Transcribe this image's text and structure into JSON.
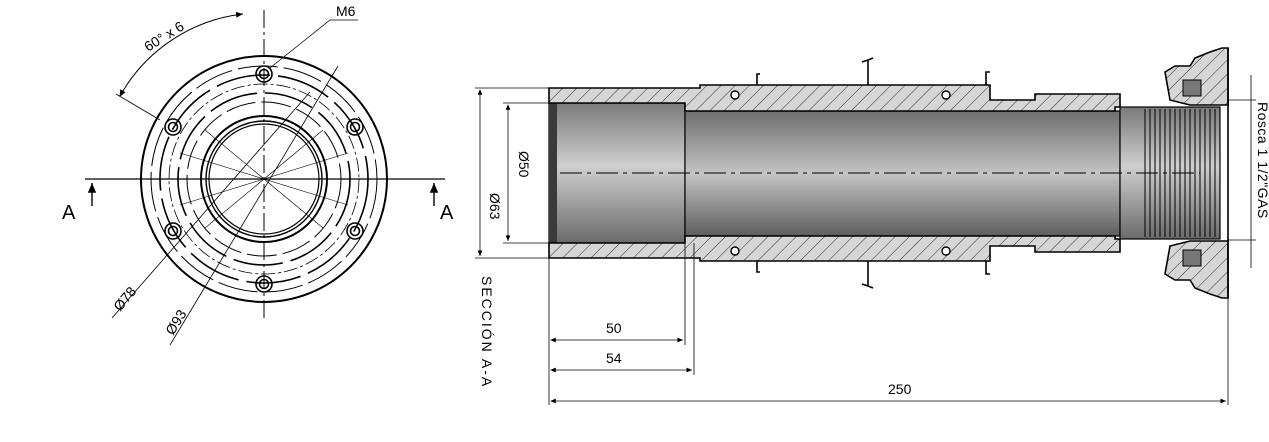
{
  "front_view": {
    "angle_label": "60° x 6",
    "thread_label": "M6",
    "diameter_inner_label": "Ø78",
    "diameter_outer_label": "Ø93",
    "section_mark_left": "A",
    "section_mark_right": "A"
  },
  "section_view": {
    "title": "SECCIÓN A-A",
    "outer_diameter_label": "Ø63",
    "inner_diameter_label": "Ø50",
    "thread_label": "Rosca 1 1/2\"GAS",
    "dim_50": "50",
    "dim_54": "54",
    "dim_250": "250"
  },
  "colors": {
    "line": "#000000",
    "hatch_fill": "#d6d6d6",
    "bore_dark": "#6e6e6e",
    "bore_light": "#c8c8c8"
  }
}
